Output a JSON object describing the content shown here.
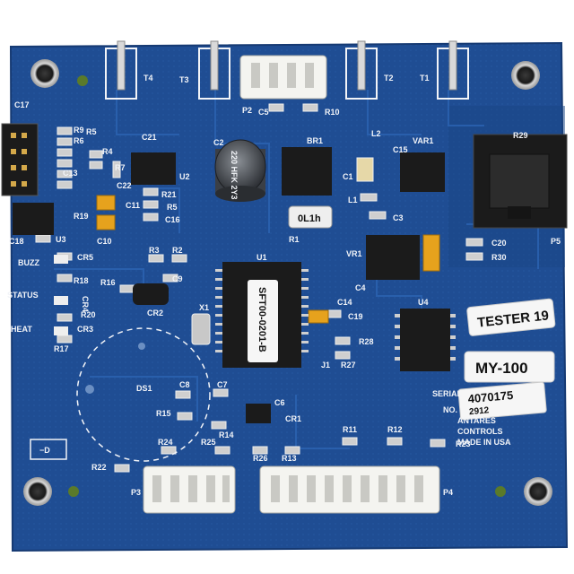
{
  "board": {
    "colors": {
      "pcb": "#1f4d93",
      "pcb_dark": "#163a73",
      "silkscreen": "#f2f4f8",
      "chip": "#1b1b1b",
      "connector": "#f4f4f0",
      "pad": "#c9c9c9",
      "cap_tan": "#e6a21d"
    },
    "labels": {
      "tester": "TESTER 19",
      "model": "MY-100",
      "serial_number": "4070175",
      "serial_sub": "2912",
      "ic_part": "SFT00-0201-B"
    },
    "silkscreen": {
      "t4": "T4",
      "t3": "T3",
      "t2": "T2",
      "t1": "T1",
      "p2": "P2",
      "c5": "C5",
      "r10": "R10",
      "c17": "C17",
      "r9": "R9",
      "r6": "R6",
      "r5": "R5",
      "c21": "C21",
      "r4": "R4",
      "r7": "R7",
      "c22": "C22",
      "u2": "U2",
      "c2": "C2",
      "br1": "BR1",
      "l2": "L2",
      "c15": "C15",
      "var1": "VAR1",
      "r29": "R29",
      "c13": "C13",
      "r19": "R19",
      "r21": "R21",
      "c11": "C11",
      "r5b": "R5",
      "c16": "C16",
      "c10": "C10",
      "u3": "U3",
      "c18": "C18",
      "cap_text": "220 HFK 2Y3",
      "c1": "C1",
      "l1": "L1",
      "c3": "C3",
      "r1": "R1",
      "inductor_mark": "0L1h",
      "c20": "C20",
      "r30": "R30",
      "p5": "P5",
      "buzz": "BUZZ",
      "cr5": "CR5",
      "r3": "R3",
      "r2": "R2",
      "u1": "U1",
      "vr1": "VR1",
      "r18": "R18",
      "r16": "R16",
      "c9": "C9",
      "c4": "C4",
      "status": "STATUS",
      "cr4": "CR4",
      "r20": "R20",
      "cr2": "CR2",
      "c14": "C14",
      "heat": "HEAT",
      "cr3": "CR3",
      "r17": "R17",
      "x1": "X1",
      "c19": "C19",
      "u4": "U4",
      "r28": "R28",
      "j1": "J1",
      "r27": "R27",
      "ds1": "DS1",
      "c8": "C8",
      "c7": "C7",
      "c6": "C6",
      "r15": "R15",
      "cr1": "CR1",
      "serial": "SERIAL",
      "no": "NO.",
      "antares": "ANTARES",
      "controls": "CONTROLS",
      "made_in_usa": "MADE IN USA",
      "r14": "R14",
      "r24": "R24",
      "r25": "R25",
      "r26": "R26",
      "r13": "R13",
      "r11": "R11",
      "r12": "R12",
      "r23": "R23",
      "r22": "R22",
      "p3": "P3",
      "p4": "P4",
      "minus_d": "−D"
    }
  }
}
